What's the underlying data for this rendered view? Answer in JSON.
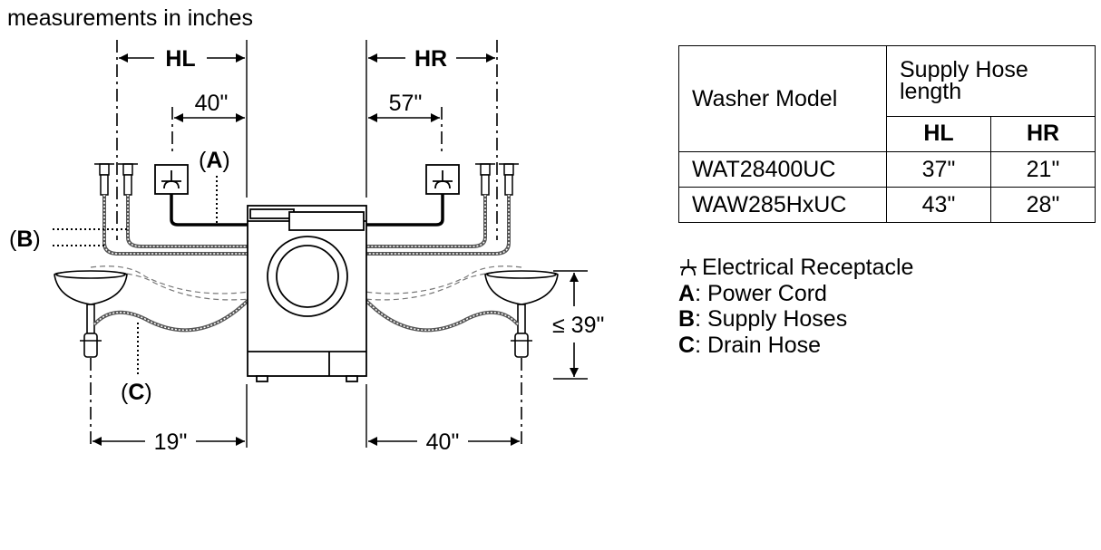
{
  "header": {
    "title": "measurements in inches"
  },
  "diagram": {
    "hl_label": "HL",
    "hr_label": "HR",
    "left_outlet_dim": "40\"",
    "right_outlet_dim": "57\"",
    "left_drain_dim": "19\"",
    "right_drain_dim": "40\"",
    "height_dim": "≤ 39\"",
    "callout_a": "A",
    "callout_b": "B",
    "callout_c": "C"
  },
  "table": {
    "col_model": "Washer Model",
    "col_hose": "Supply Hose length",
    "sub_hl": "HL",
    "sub_hr": "HR",
    "rows": [
      {
        "model": "WAT28400UC",
        "hl": "37\"",
        "hr": "21\""
      },
      {
        "model": "WAW285HxUC",
        "hl": "43\"",
        "hr": "28\""
      }
    ]
  },
  "legend": {
    "receptacle": "Electrical Receptacle",
    "a_key": "A",
    "a_text": ": Power Cord",
    "b_key": "B",
    "b_text": ": Supply Hoses",
    "c_key": "C",
    "c_text": ": Drain Hose"
  }
}
